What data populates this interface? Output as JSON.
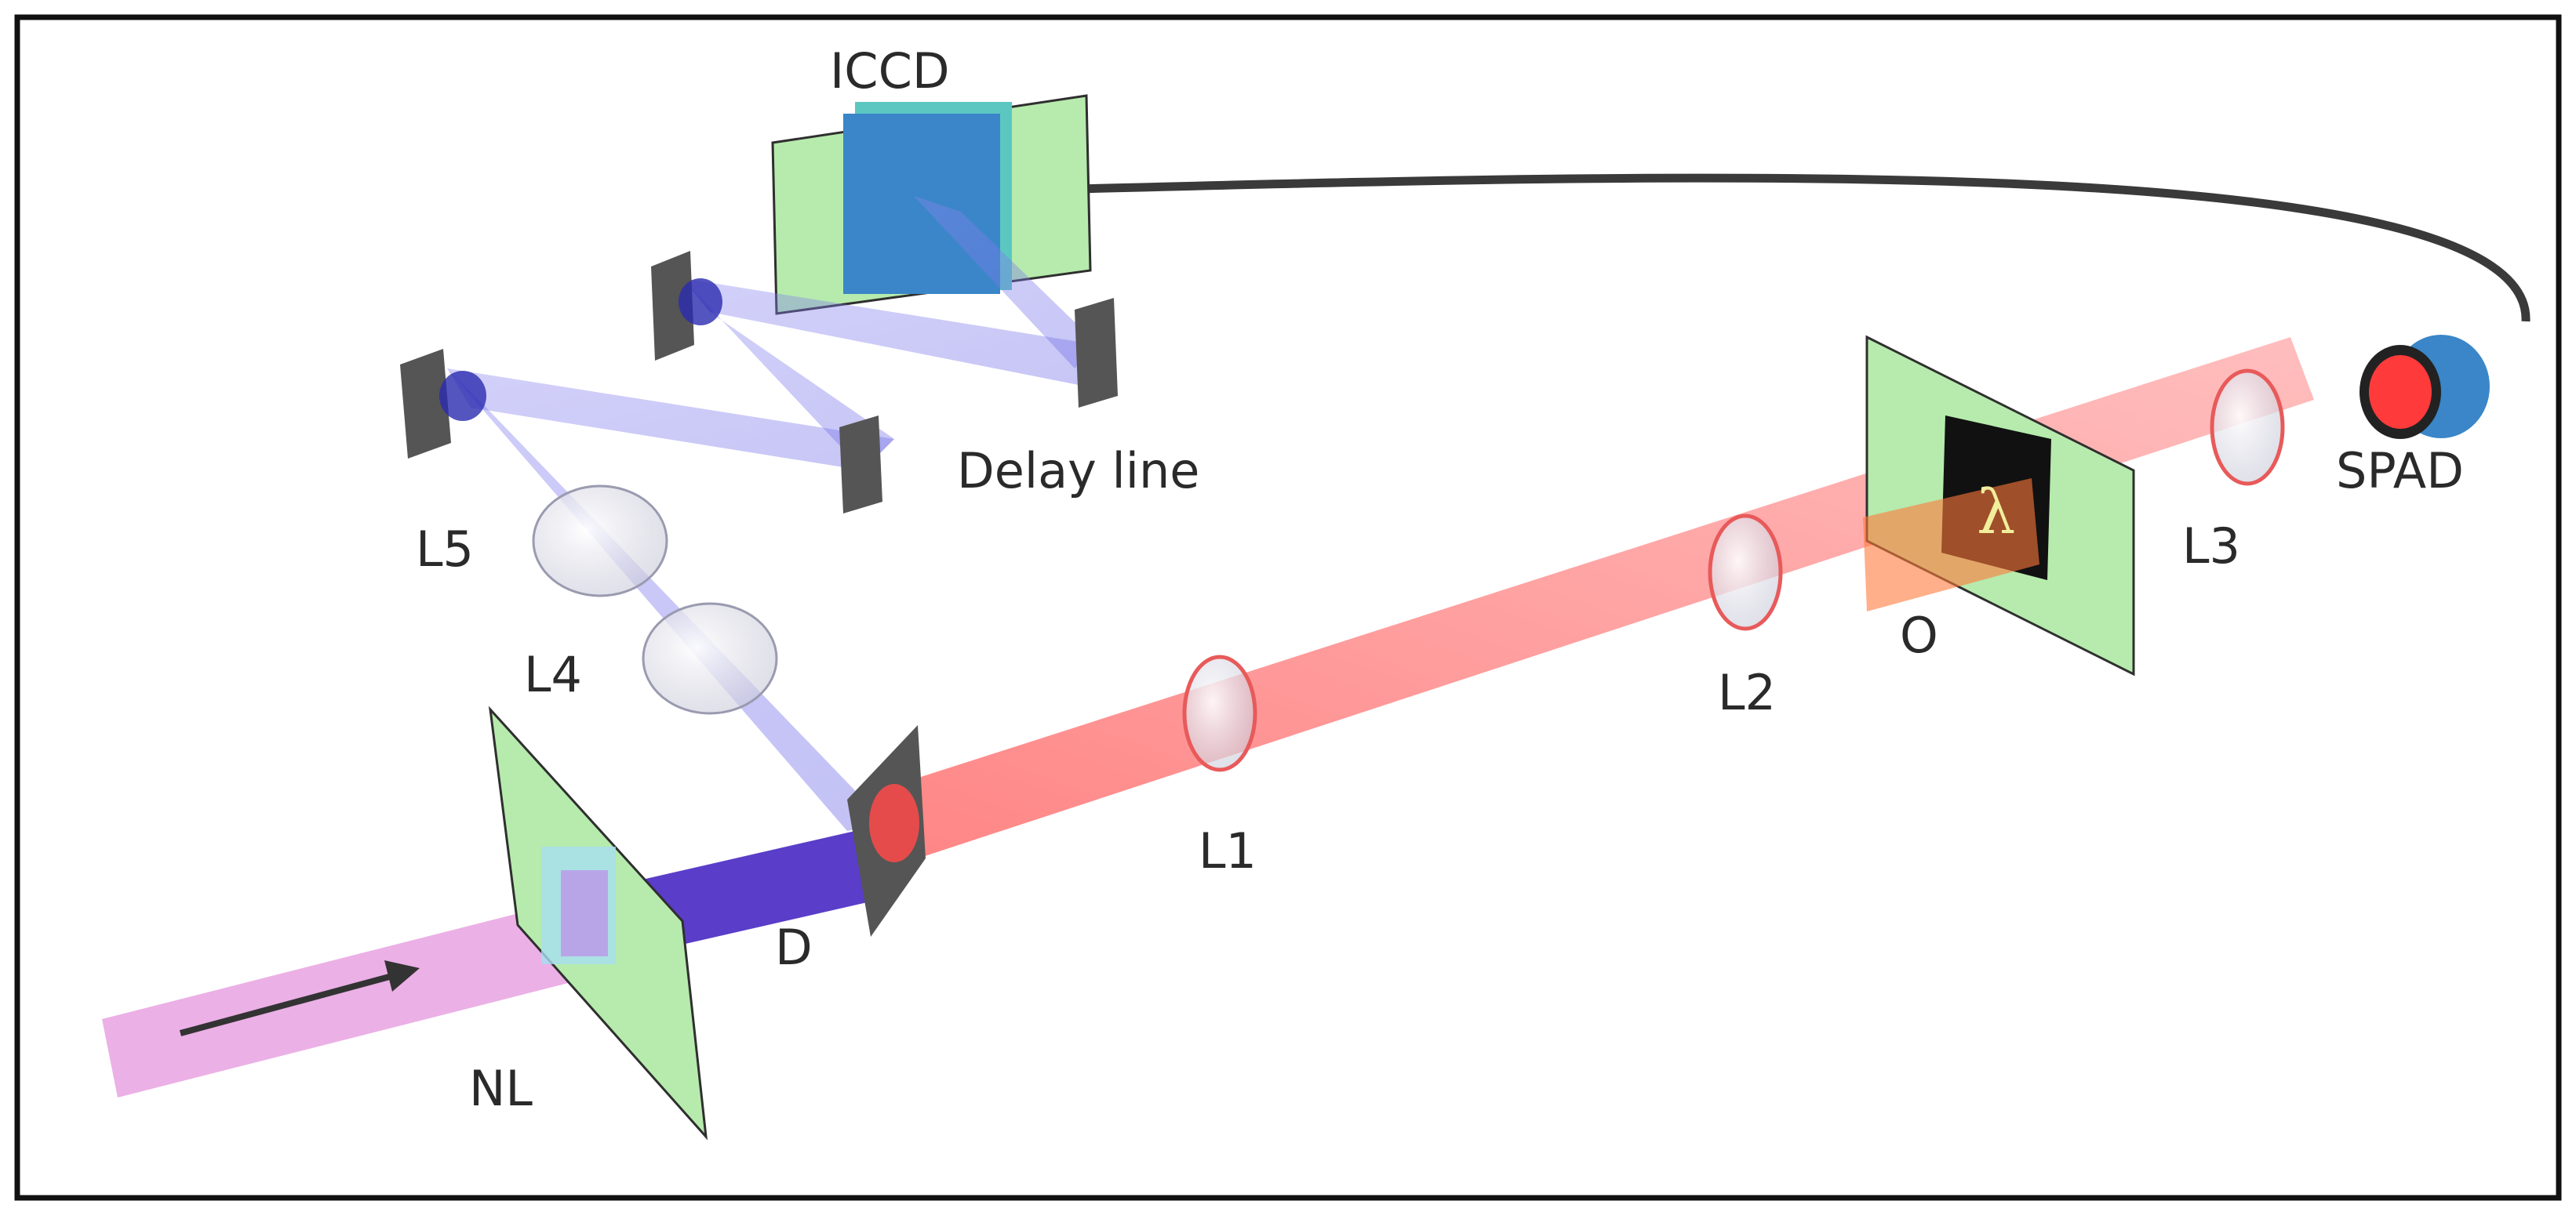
{
  "labels": {
    "iccd": "ICCD",
    "delay_line": "Delay line",
    "l5": "L5",
    "l4": "L4",
    "d": "D",
    "nl": "NL",
    "l1": "L1",
    "l2": "L2",
    "o": "O",
    "l3": "L3",
    "spad": "SPAD"
  },
  "object_symbol": "λ",
  "colors": {
    "pump_beam": "#e9a7e3",
    "idler_beam": "#5a3dc9",
    "signal_beam": "#ff8a8a",
    "screen": "#b6ebad",
    "mirror": "#555555",
    "detector_blue": "#3a86c8",
    "cable": "#3a3a3a"
  },
  "icons": {
    "direction_arrow": "arrow-right-icon"
  }
}
